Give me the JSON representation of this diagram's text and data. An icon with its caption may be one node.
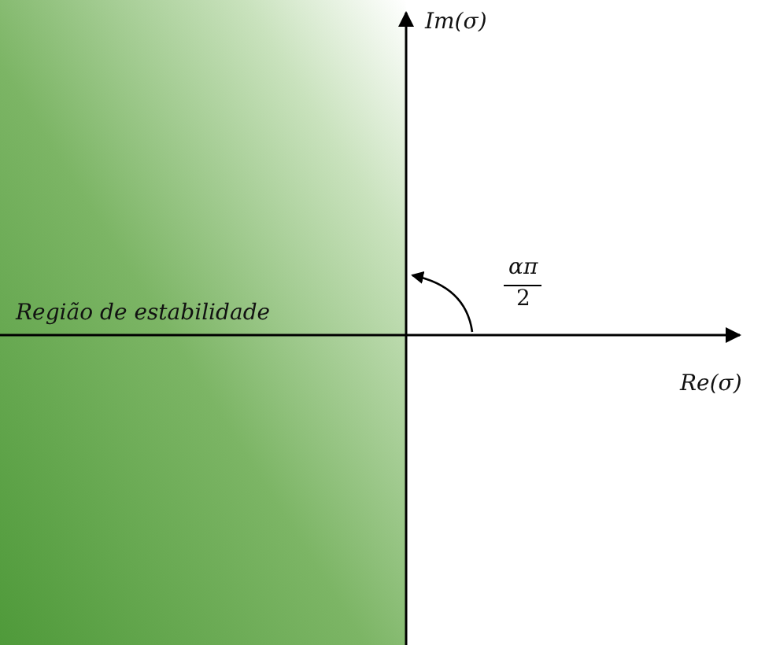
{
  "diagram": {
    "nodes": [
      {
        "text": [
          "Região de estabilidade"
        ]
      }
    ],
    "labels": [
      "Im(σ)",
      "απ",
      "2",
      "Re(σ)"
    ]
  }
}
